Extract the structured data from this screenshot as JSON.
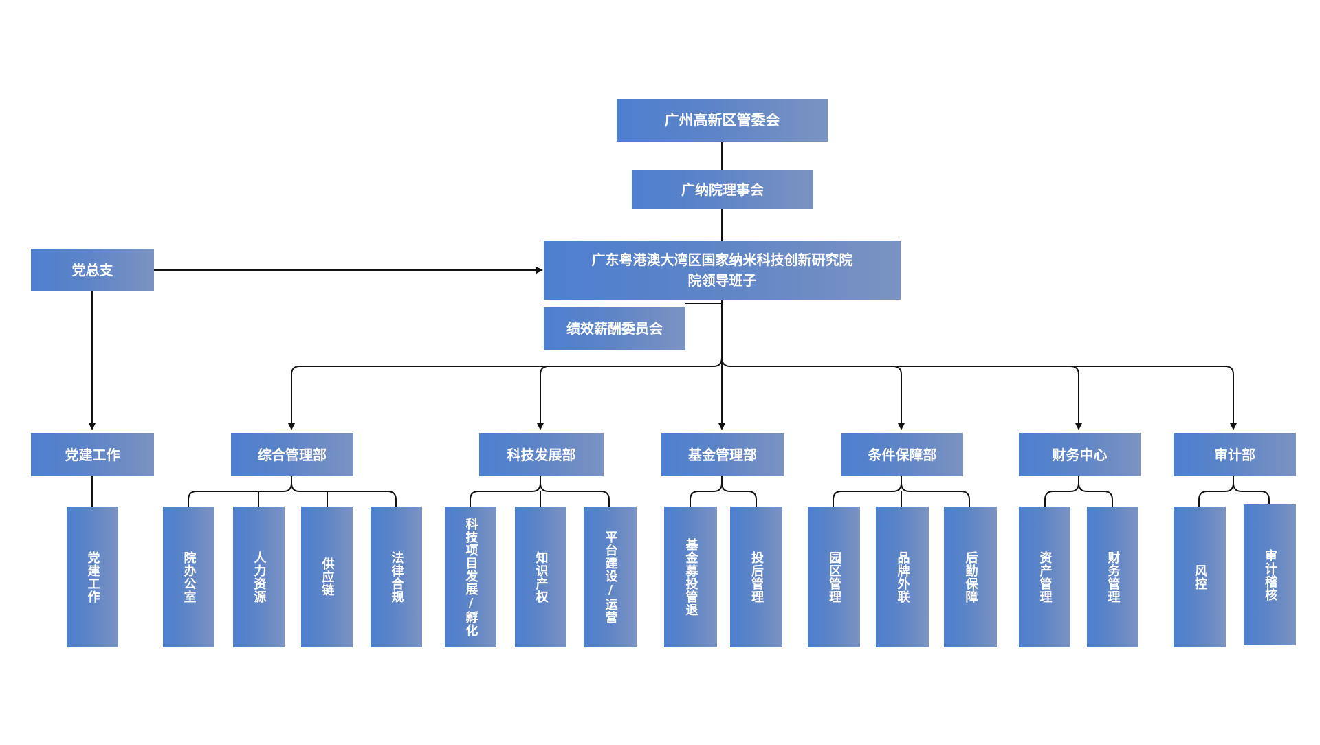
{
  "diagram": {
    "top_org": "广州高新区管委会",
    "board": "广纳院理事会",
    "institute": "广东粤港澳大湾区国家纳米科技创新研究院\n院领导班子",
    "party_branch": "党总支",
    "committee": "绩效薪酬委员会",
    "departments": [
      {
        "name": "党建工作",
        "subs": [
          "党建工作"
        ]
      },
      {
        "name": "综合管理部",
        "subs": [
          "院办公室",
          "人力资源",
          "供应链",
          "法律合规"
        ]
      },
      {
        "name": "科技发展部",
        "subs": [
          "科技项目发展/孵化",
          "知识产权",
          "平台建设/运营"
        ]
      },
      {
        "name": "基金管理部",
        "subs": [
          "基金募投管退",
          "投后管理"
        ]
      },
      {
        "name": "条件保障部",
        "subs": [
          "园区管理",
          "品牌外联",
          "后勤保障"
        ]
      },
      {
        "name": "财务中心",
        "subs": [
          "资产管理",
          "财务管理"
        ]
      },
      {
        "name": "审计部",
        "subs": [
          "风控",
          "审计稽核"
        ]
      }
    ]
  }
}
